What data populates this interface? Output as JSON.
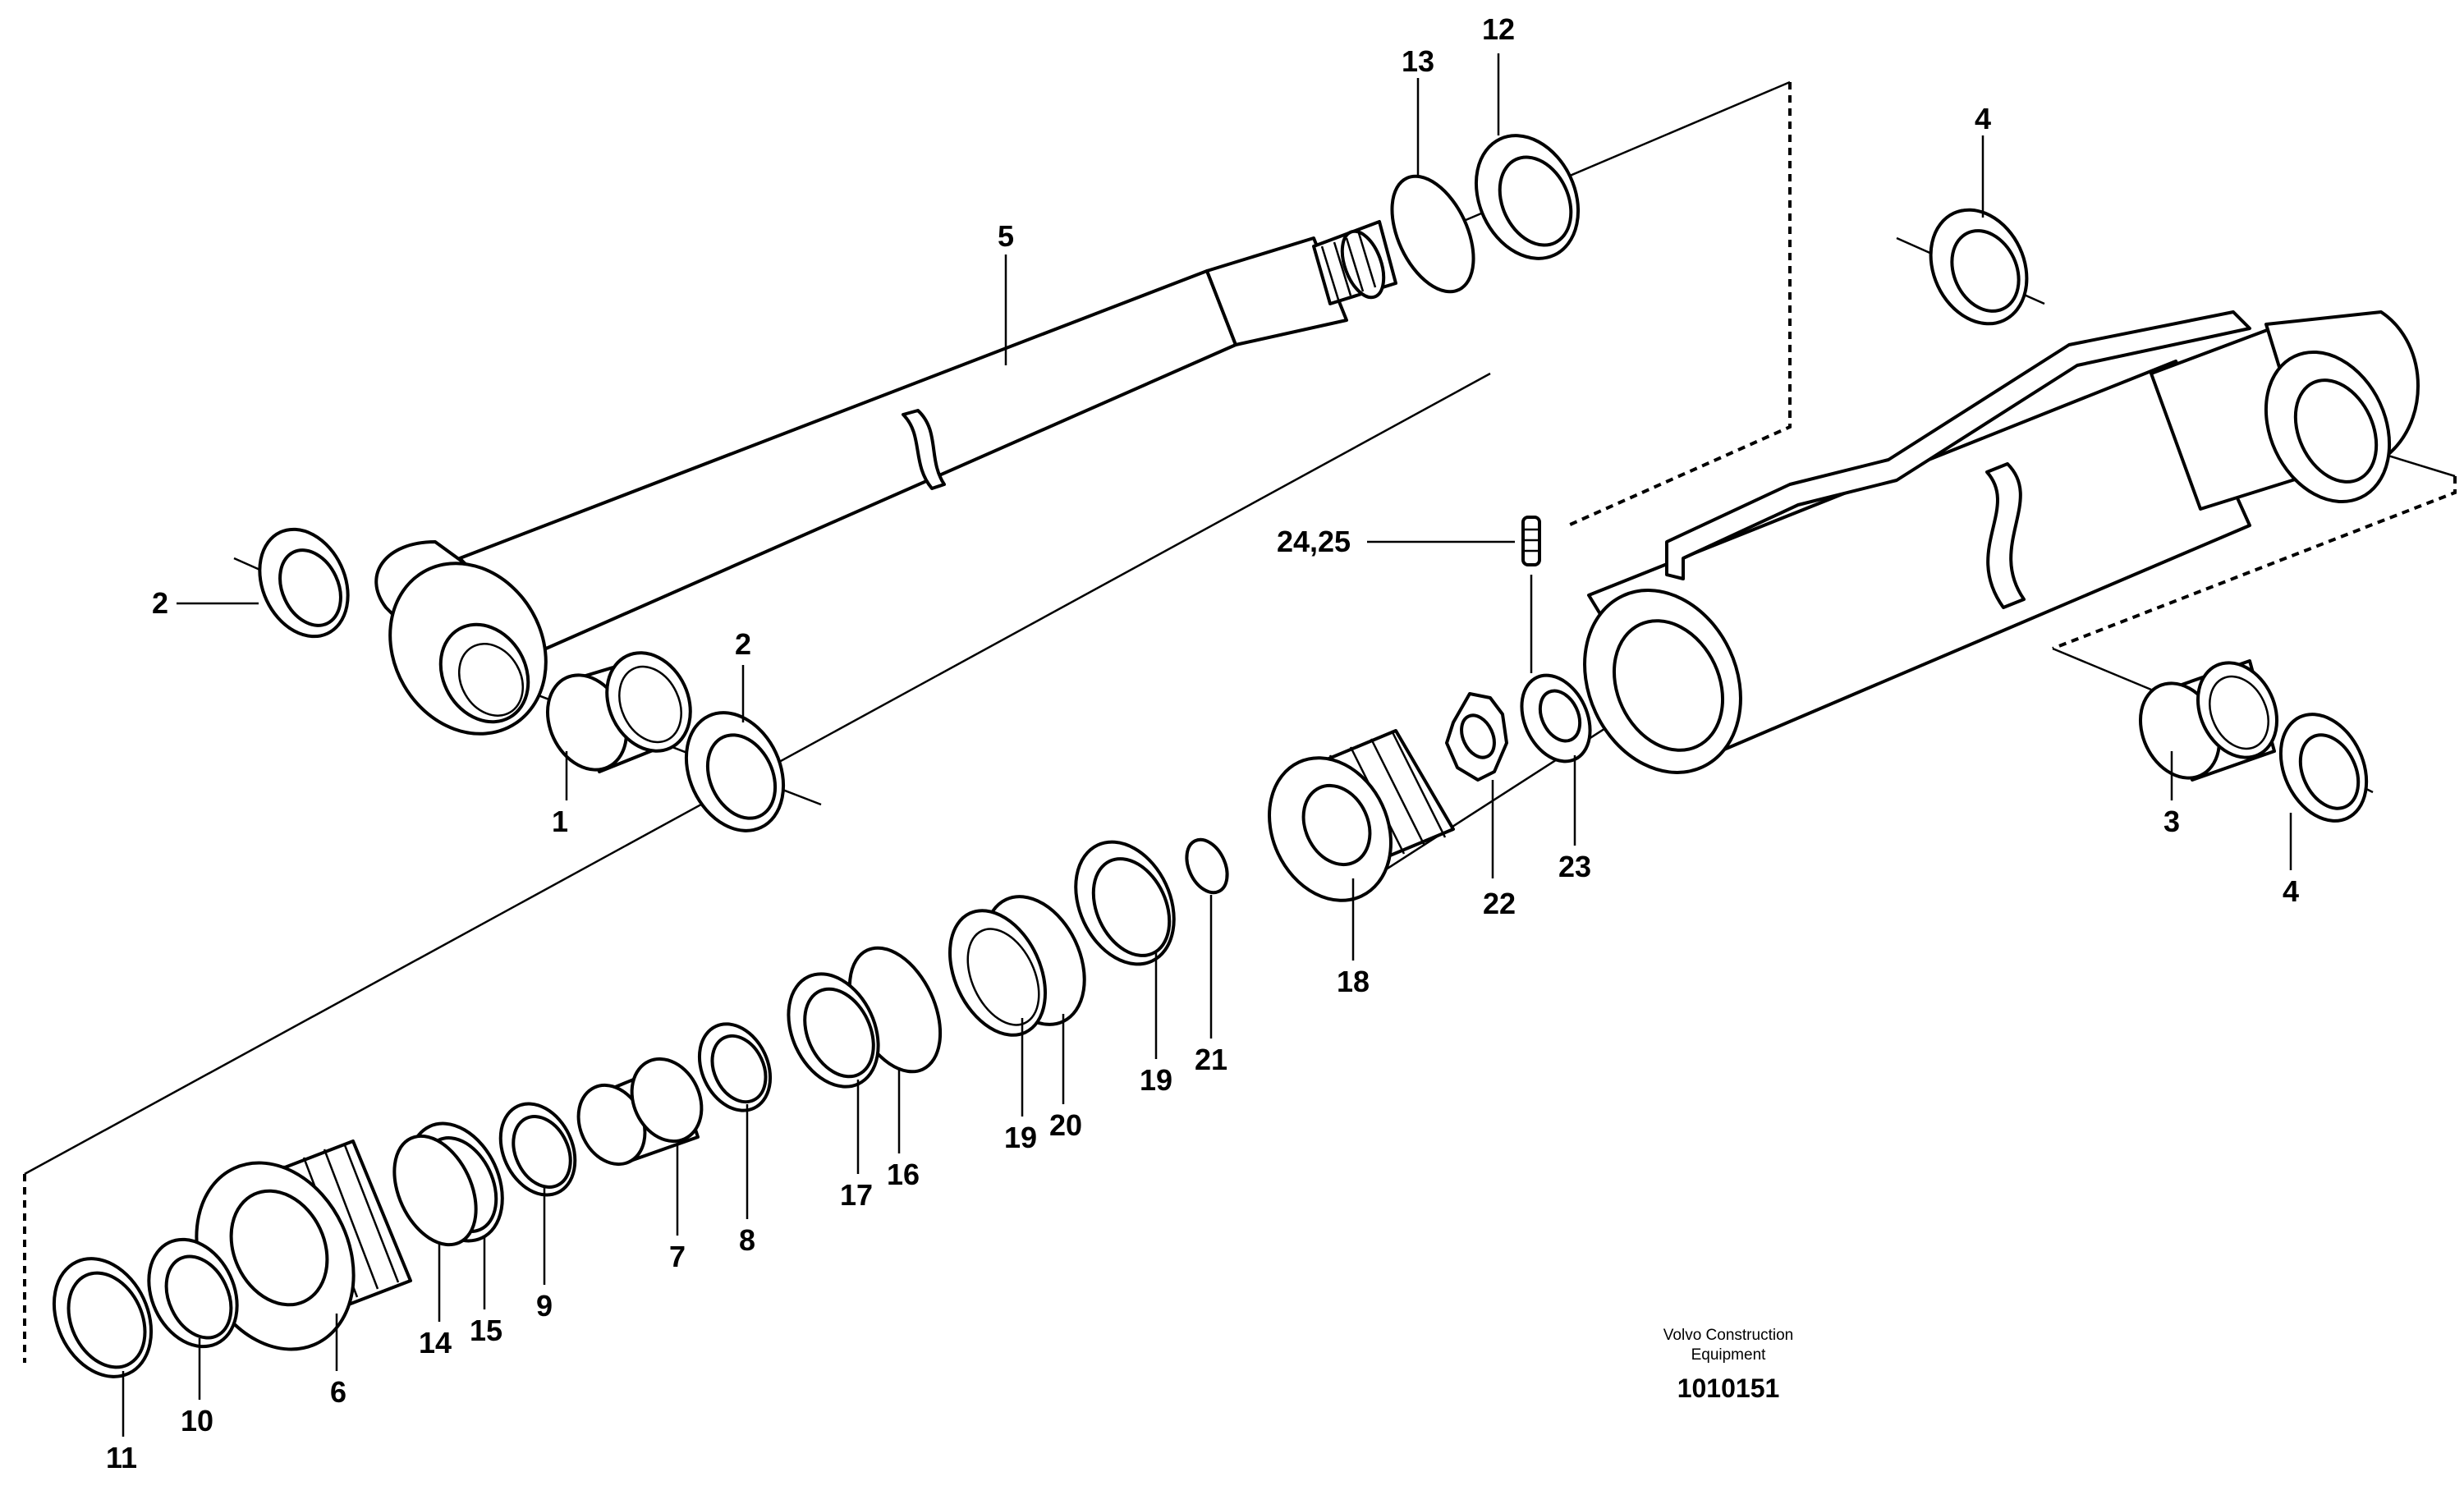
{
  "diagram": {
    "callouts": {
      "c1": "1",
      "c2a": "2",
      "c2b": "2",
      "c3": "3",
      "c4a": "4",
      "c4b": "4",
      "c5": "5",
      "c6": "6",
      "c7": "7",
      "c8": "8",
      "c9": "9",
      "c10": "10",
      "c11": "11",
      "c12": "12",
      "c13": "13",
      "c14": "14",
      "c15": "15",
      "c16": "16",
      "c17": "17",
      "c18": "18",
      "c19a": "19",
      "c19b": "19",
      "c20": "20",
      "c21": "21",
      "c22": "22",
      "c23": "23",
      "c2425": "24,25"
    },
    "credit_line1": "Volvo Construction",
    "credit_line2": "Equipment",
    "drawing_number": "1010151"
  }
}
